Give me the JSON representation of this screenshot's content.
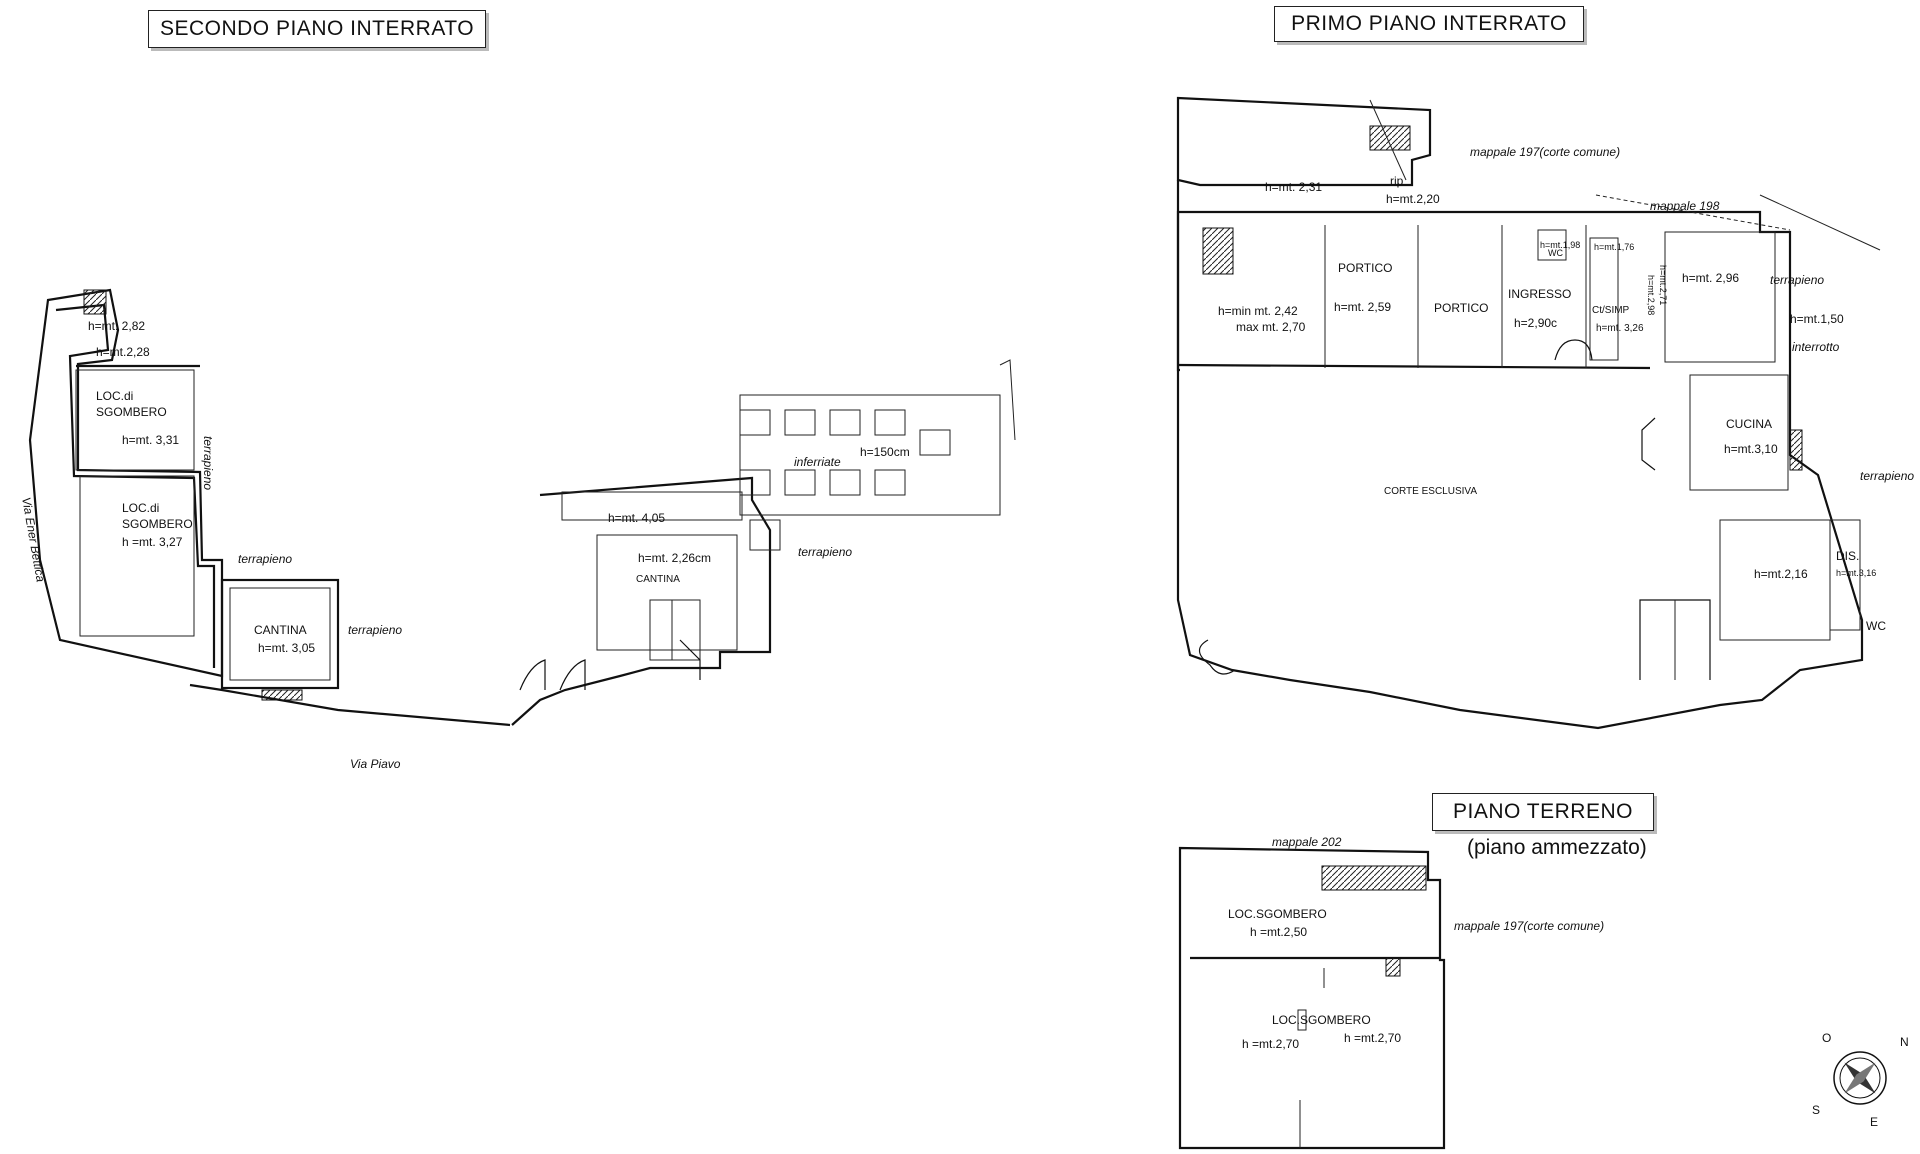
{
  "titles": {
    "secondo": "SECONDO PIANO INTERRATO",
    "primo": "PRIMO  PIANO INTERRATO",
    "terreno": "PIANO TERRENO",
    "terreno_sub": "(piano ammezzato)"
  },
  "secondo_labels": {
    "h282": "h=mt. 2,82",
    "h228": "h=mt.2,28",
    "loc1a": "LOC.di",
    "loc1b": "SGOMBERO",
    "h331": "h=mt. 3,31",
    "terrapieno_v": "terrapieno",
    "loc2a": "LOC.di",
    "loc2b": "SGOMBERO",
    "h327": "h =mt. 3,27",
    "via_ener": "Via Ener Bettica",
    "terrapieno1": "terrapieno",
    "cantina": "CANTINA",
    "h305": "h=mt. 3,05",
    "terrapieno2": "terrapieno",
    "via_piave": "Via Piavo",
    "inferriate": "inferriate",
    "h150": "h=150cm",
    "h405": "h=mt. 4,05",
    "h226": "h=mt. 2,26cm",
    "cantina2": "CANTINA",
    "terrapieno3": "terrapieno"
  },
  "primo_labels": {
    "mappale197": "mappale 197(corte comune)",
    "mappale198": "mappale 198",
    "h231": "h=mt. 2,31",
    "rip": "rip",
    "h220": "h=mt.2,20",
    "hmin": "h=min mt. 2,42",
    "hmax": "max mt. 2,70",
    "portico1": "PORTICO",
    "h259": "h=mt. 2,59",
    "portico2": "PORTICO",
    "ingresso": "INGRESSO",
    "h290": "h=2,90c",
    "wc1": "WC",
    "h198": "h=mt.1,98",
    "h176": "h=mt.1,76",
    "ctsimp": "Ct/SIMP",
    "h326": "h=mt. 3,26",
    "h271": "h=mt.2,71",
    "h298": "h=mt.2,98",
    "h296": "h=mt. 2,96",
    "terrapieno4": "terrapieno",
    "h150b": "h=mt.1,50",
    "interrotto": "interrotto",
    "cucina": "CUCINA",
    "h310": "h=mt.3,10",
    "terrapieno5": "terrapieno",
    "corte": "CORTE ESCLUSIVA",
    "h216": "h=mt.2,16",
    "dis": "DIS.",
    "h316": "h=mt.3,16",
    "wc2": "WC"
  },
  "terreno_labels": {
    "mappale202": "mappale 202",
    "mappale197b": "mappale 197(corte comune)",
    "locs1": "LOC.SGOMBERO",
    "h250": "h =mt.2,50",
    "locs2": "LOC.SGOMBERO",
    "h270a": "h =mt.2,70",
    "h270b": "h =mt.2,70"
  },
  "compass": {
    "o": "O",
    "n": "N",
    "s": "S",
    "e": "E"
  }
}
